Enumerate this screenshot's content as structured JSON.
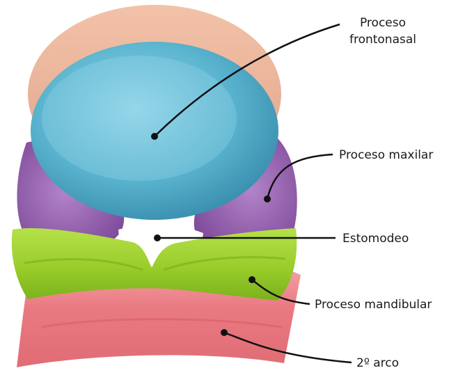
{
  "labels": {
    "frontonasal_line1": "Proceso",
    "frontonasal_line2": "frontonasal",
    "maxilar": "Proceso maxilar",
    "estomodeo": "Estomodeo",
    "mandibular": "Proceso mandibular",
    "arco": "2º arco"
  },
  "colors": {
    "frontonasal": "#5ab4cf",
    "frontonasal_rim": "#e8b49a",
    "maxilar": "#8e57a9",
    "mandibular": "#98cd2a",
    "arco": "#ea7a82",
    "leader_line": "#111111"
  }
}
